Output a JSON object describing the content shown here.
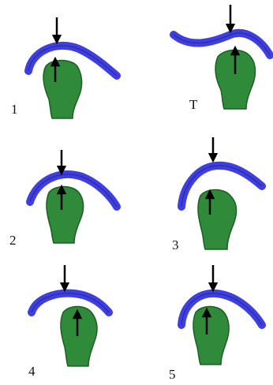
{
  "colors": {
    "arch": "#3f3fe0",
    "arch_edge": "#26269a",
    "blob": "#2f8a3a",
    "blob_edge": "#1d5e25",
    "arrow": "#000000",
    "background": "#ffffff"
  },
  "panels": [
    {
      "id": "1",
      "label": "1"
    },
    {
      "id": "T",
      "label": "T"
    },
    {
      "id": "2",
      "label": "2"
    },
    {
      "id": "3",
      "label": "3"
    },
    {
      "id": "4",
      "label": "4"
    },
    {
      "id": "5",
      "label": "5"
    }
  ]
}
